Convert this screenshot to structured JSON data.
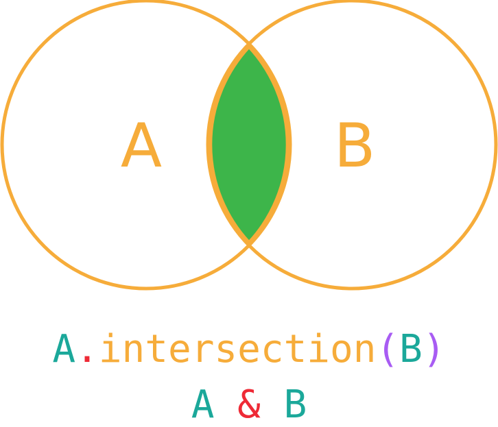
{
  "colors": {
    "circle_stroke": "#F6AC3A",
    "intersection_fill": "#3DB54A",
    "label": "#F6AC3A",
    "operand": "#1BA89A",
    "dot": "#EE2A36",
    "method": "#F6AC3A",
    "paren": "#A85CF3",
    "operator": "#EE2A36"
  },
  "diagram": {
    "set_a_label": "A",
    "set_b_label": "B"
  },
  "code": {
    "method_call": {
      "receiver": "A",
      "dot": ".",
      "method": "intersection",
      "open_paren": "(",
      "argument": "B",
      "close_paren": ")"
    },
    "operator_form": {
      "left": "A",
      "operator": "&",
      "right": "B"
    }
  }
}
